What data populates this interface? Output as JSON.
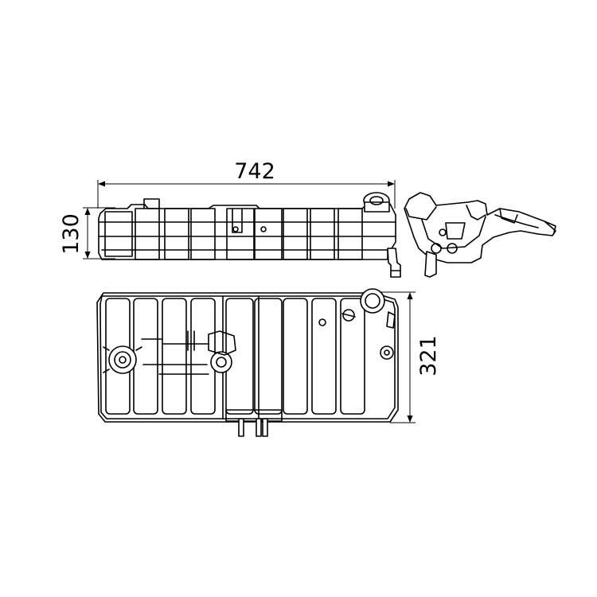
{
  "dimensions": {
    "length": "742",
    "height": "130",
    "depth": "321"
  },
  "colors": {
    "line": "#000000",
    "background": "#ffffff"
  }
}
